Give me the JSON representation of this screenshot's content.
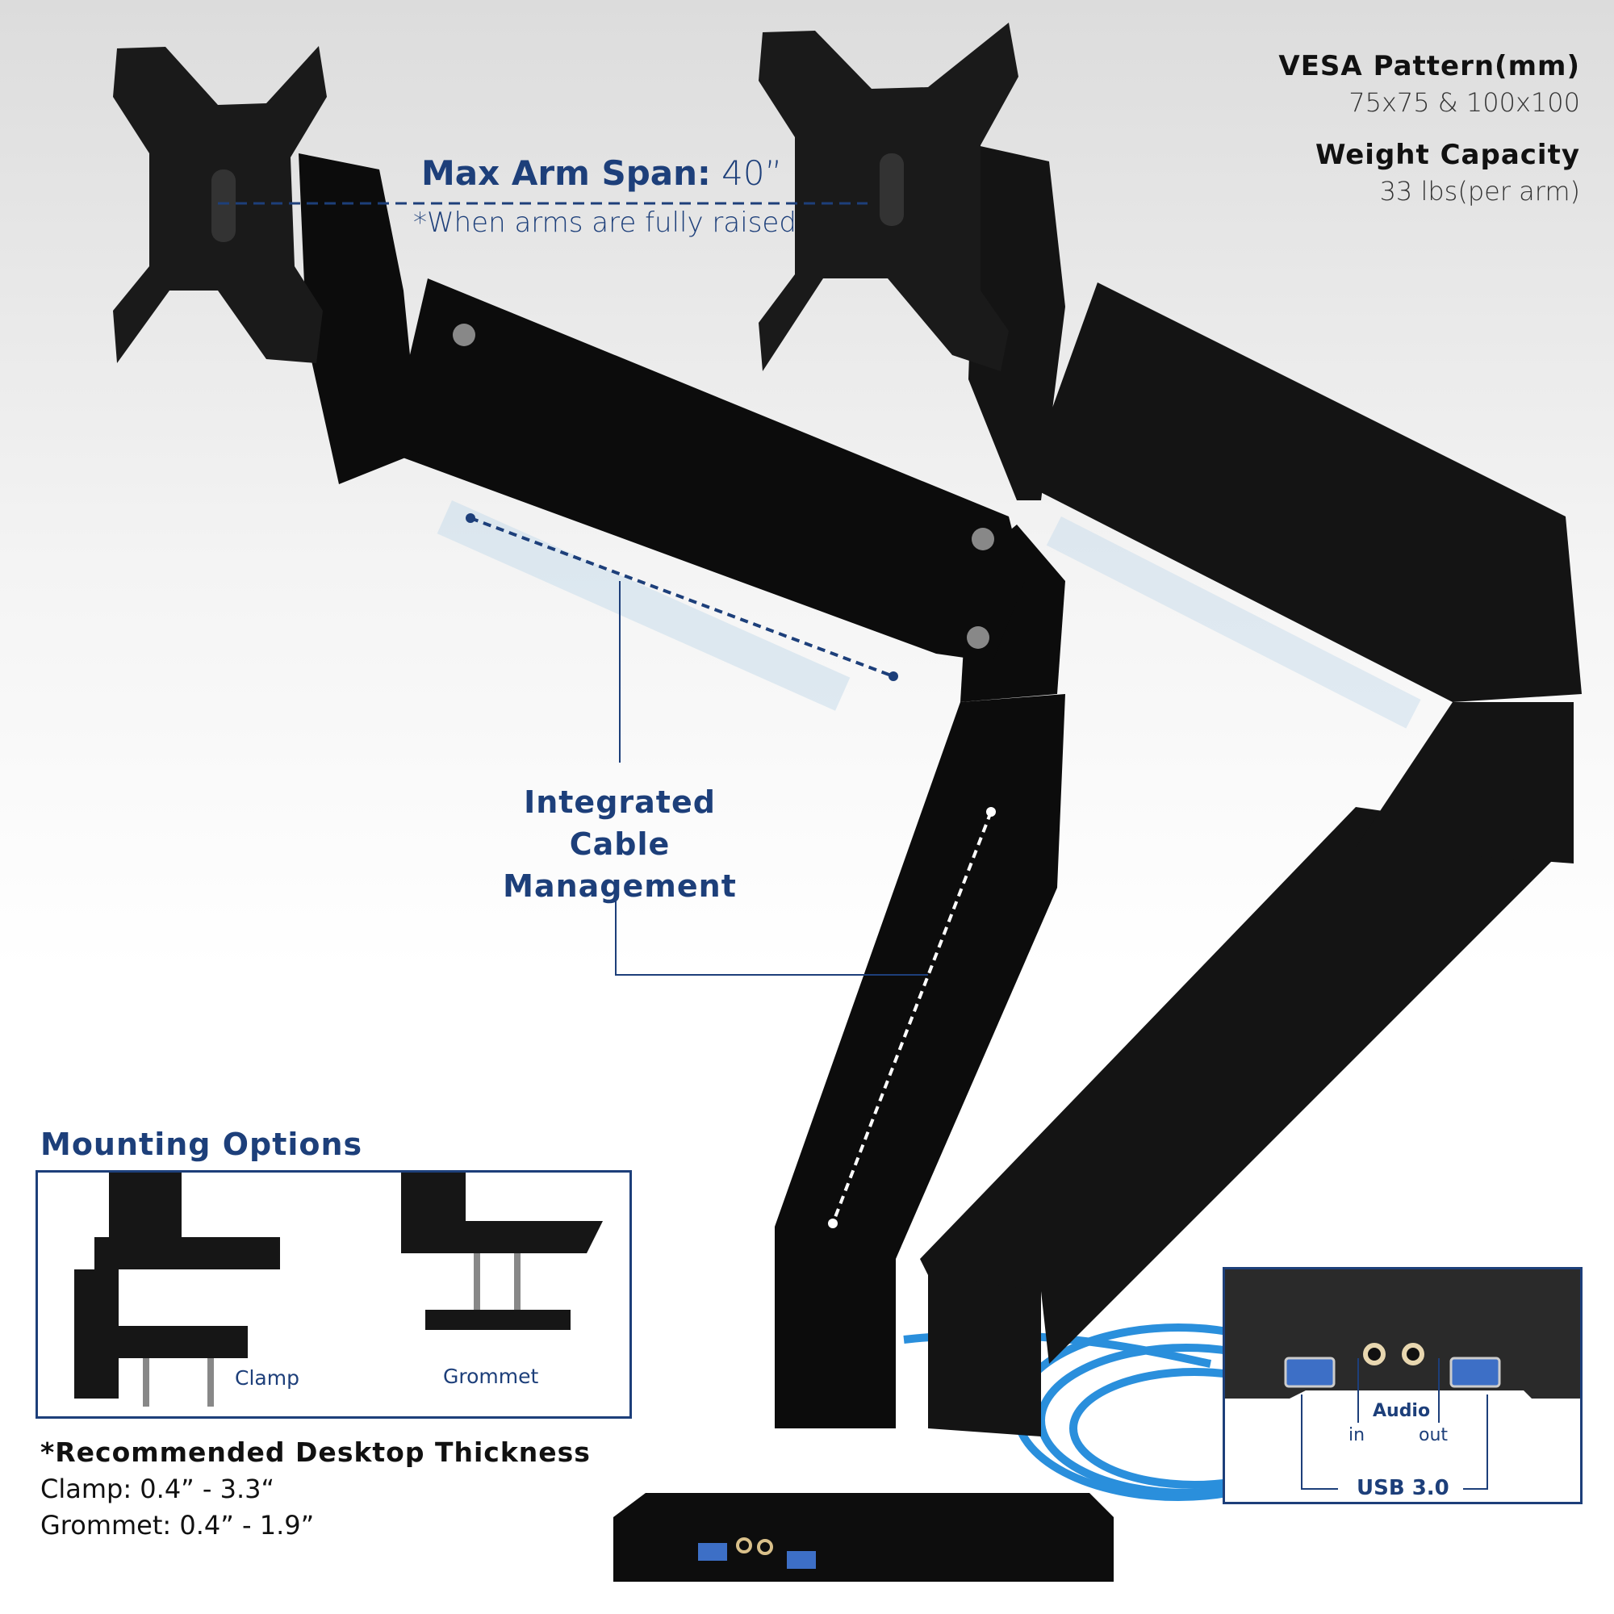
{
  "specs": {
    "vesa_title": "VESA Pattern(mm)",
    "vesa_value": "75x75 & 100x100",
    "weight_title": "Weight Capacity",
    "weight_value": "33 lbs(per arm)"
  },
  "arm_span": {
    "label": "Max Arm Span:",
    "value": "40”",
    "note": "*When arms are fully raised"
  },
  "cable_management": {
    "line1": "Integrated",
    "line2": "Cable Management"
  },
  "mounting": {
    "title": "Mounting Options",
    "clamp_label": "Clamp",
    "grommet_label": "Grommet"
  },
  "thickness": {
    "title": "*Recommended Desktop Thickness",
    "clamp": "Clamp: 0.4” - 3.3“",
    "grommet": "Grommet: 0.4” - 1.9”"
  },
  "ports_inset": {
    "audio": "Audio",
    "in": "in",
    "out": "out",
    "usb": "USB 3.0"
  },
  "colors": {
    "accent": "#1d3f7a",
    "cable": "#2a8fdc",
    "arm": "#111111"
  }
}
